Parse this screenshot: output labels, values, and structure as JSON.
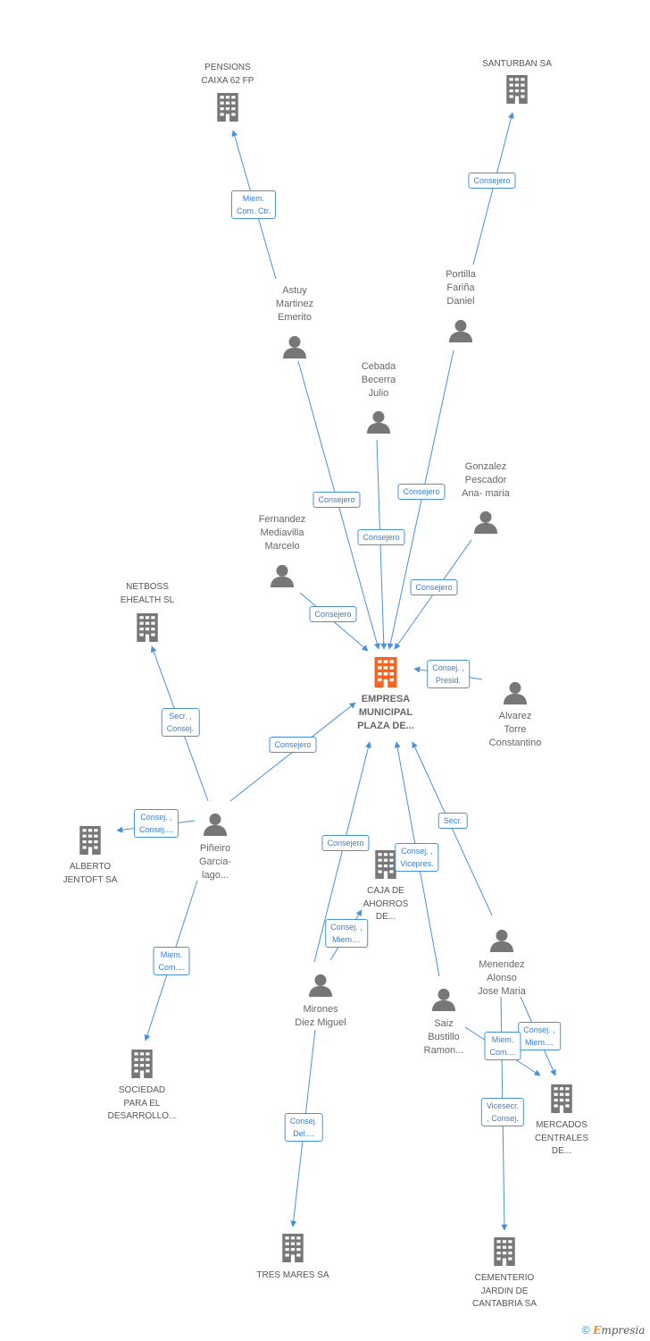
{
  "colors": {
    "edge": "#4a90d9",
    "node": "#777777",
    "center": "#f26522",
    "label": "#666666"
  },
  "nodes": [
    {
      "id": "center",
      "kind": "company",
      "center": true,
      "lines": [
        "EMPRESA",
        "MUNICIPAL",
        "PLAZA DE..."
      ]
    },
    {
      "id": "pensions",
      "kind": "company",
      "lines": [
        "PENSIONS",
        "CAIXA 62 FP"
      ]
    },
    {
      "id": "santurban",
      "kind": "company",
      "lines": [
        "SANTURBAN SA"
      ]
    },
    {
      "id": "astuy",
      "kind": "person",
      "lines": [
        "Astuy",
        "Martinez",
        "Emerito"
      ]
    },
    {
      "id": "portilla",
      "kind": "person",
      "lines": [
        "Portilla",
        "Fariña",
        "Daniel"
      ]
    },
    {
      "id": "cebada",
      "kind": "person",
      "lines": [
        "Cebada",
        "Becerra",
        "Julio"
      ]
    },
    {
      "id": "gonzalez",
      "kind": "person",
      "lines": [
        "Gonzalez",
        "Pescador",
        "Ana- maria"
      ]
    },
    {
      "id": "fernandez",
      "kind": "person",
      "lines": [
        "Fernandez",
        "Mediavilla",
        "Marcelo"
      ]
    },
    {
      "id": "alvarez",
      "kind": "person",
      "lines": [
        "Alvarez",
        "Torre",
        "Constantino"
      ]
    },
    {
      "id": "netboss",
      "kind": "company",
      "lines": [
        "NETBOSS",
        "EHEALTH SL"
      ]
    },
    {
      "id": "pineiro",
      "kind": "person",
      "lines": [
        "Piñeiro",
        "Garcia-",
        "lago..."
      ]
    },
    {
      "id": "alberto",
      "kind": "company",
      "lines": [
        "ALBERTO",
        "JENTOFT SA"
      ]
    },
    {
      "id": "sociedad",
      "kind": "company",
      "lines": [
        "SOCIEDAD",
        "PARA EL",
        "DESARROLLO..."
      ]
    },
    {
      "id": "caja",
      "kind": "company",
      "lines": [
        "CAJA DE",
        "AHORROS",
        "DE..."
      ]
    },
    {
      "id": "mirones",
      "kind": "person",
      "lines": [
        "Mirones",
        "Diez Miguel"
      ]
    },
    {
      "id": "saiz",
      "kind": "person",
      "lines": [
        "Saiz",
        "Bustillo",
        "Ramon..."
      ]
    },
    {
      "id": "menendez",
      "kind": "person",
      "lines": [
        "Menendez",
        "Alonso",
        "Jose Maria"
      ]
    },
    {
      "id": "mercados",
      "kind": "company",
      "lines": [
        "MERCADOS",
        "CENTRALES",
        "DE..."
      ]
    },
    {
      "id": "tresmares",
      "kind": "company",
      "lines": [
        "TRES MARES SA"
      ]
    },
    {
      "id": "cementerio",
      "kind": "company",
      "lines": [
        "CEMENTERIO",
        "JARDIN DE",
        "CANTABRIA SA"
      ]
    }
  ],
  "edges": [
    {
      "id": "e1",
      "from": "astuy",
      "to": "pensions",
      "lines": [
        "Miem.",
        "Com. Ctr."
      ]
    },
    {
      "id": "e2",
      "from": "portilla",
      "to": "santurban",
      "lines": [
        "Consejero"
      ]
    },
    {
      "id": "e3",
      "from": "astuy",
      "to": "center",
      "lines": [
        "Consejero"
      ]
    },
    {
      "id": "e4",
      "from": "portilla",
      "to": "center",
      "lines": [
        "Consejero"
      ]
    },
    {
      "id": "e5",
      "from": "cebada",
      "to": "center",
      "lines": [
        "Consejero"
      ]
    },
    {
      "id": "e6",
      "from": "gonzalez",
      "to": "center",
      "lines": [
        "Consejero"
      ]
    },
    {
      "id": "e7",
      "from": "fernandez",
      "to": "center",
      "lines": [
        "Consejero"
      ]
    },
    {
      "id": "e8",
      "from": "alvarez",
      "to": "center",
      "lines": [
        "Consej. ,",
        "Presid."
      ]
    },
    {
      "id": "e9",
      "from": "pineiro",
      "to": "netboss",
      "lines": [
        "Secr. ,",
        "Consej."
      ]
    },
    {
      "id": "e10",
      "from": "pineiro",
      "to": "center",
      "lines": [
        "Consejero"
      ]
    },
    {
      "id": "e11",
      "from": "pineiro",
      "to": "alberto",
      "lines": [
        "Consej. ,",
        "Consej...."
      ]
    },
    {
      "id": "e12",
      "from": "pineiro",
      "to": "sociedad",
      "lines": [
        "Miem.",
        "Com...."
      ]
    },
    {
      "id": "e13",
      "from": "mirones",
      "to": "center",
      "lines": [
        "Consejero"
      ]
    },
    {
      "id": "e14",
      "from": "saiz",
      "to": "center",
      "lines": [
        "Consej. ,",
        "Vicepres."
      ]
    },
    {
      "id": "e15",
      "from": "menendez",
      "to": "center",
      "lines": [
        "Secr."
      ]
    },
    {
      "id": "e16",
      "from": "mirones",
      "to": "caja",
      "lines": [
        "Consej. ,",
        "Miem...."
      ]
    },
    {
      "id": "e17",
      "from": "mirones",
      "to": "tresmares",
      "lines": [
        "Consej.",
        "Del...."
      ]
    },
    {
      "id": "e18",
      "from": "menendez",
      "to": "mercados",
      "lines": [
        "Consej. ,",
        "Miem...."
      ]
    },
    {
      "id": "e19",
      "from": "saiz",
      "to": "mercados",
      "lines": [
        "Miem.",
        "Com...."
      ]
    },
    {
      "id": "e20",
      "from": "menendez",
      "to": "cementerio",
      "lines": [
        "Vicesecr.",
        ", Consej."
      ]
    }
  ],
  "footer": {
    "copyright": "©",
    "brand_initial": "E",
    "brand_rest": "mpresia"
  }
}
